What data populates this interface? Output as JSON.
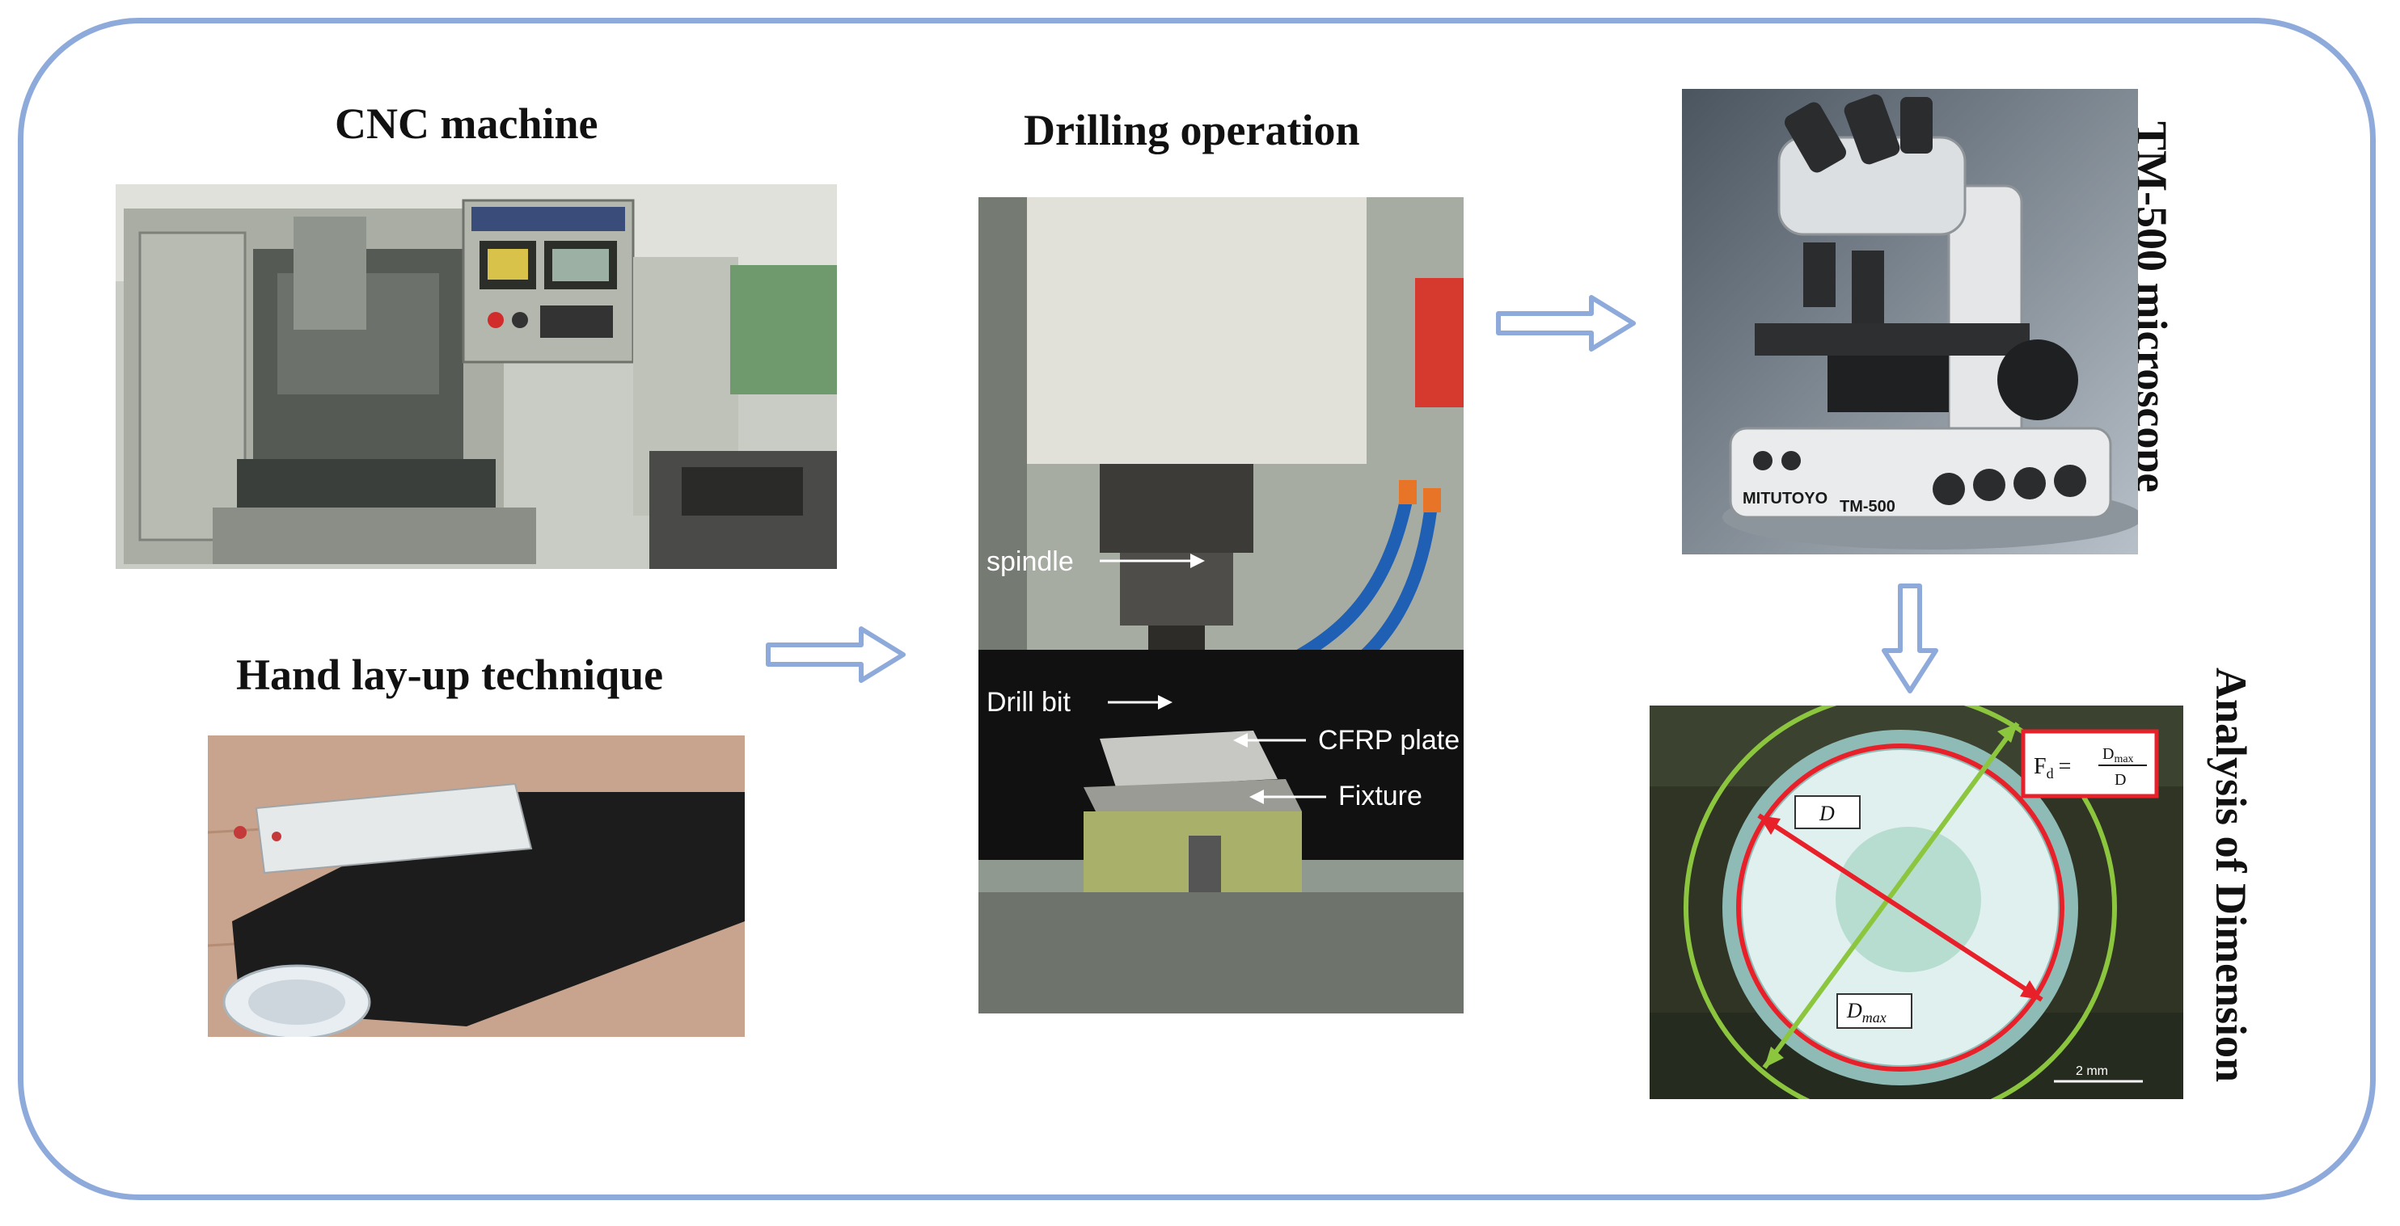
{
  "titles": {
    "cnc": "CNC machine",
    "drilling": "Drilling operation",
    "handlayup": "Hand lay-up technique",
    "microscope": "TM-500 microscope",
    "analysis": "Analysis of Dimension"
  },
  "drilling_labels": {
    "spindle": "spindle",
    "drill_bit": "Drill bit",
    "cfrp": "CFRP plate",
    "fixture": "Fixture"
  },
  "microscope_brand": {
    "left": "MITUTOYO",
    "right": "TM-500"
  },
  "analysis": {
    "d_label": "D",
    "dmax_label": "D",
    "dmax_sub": "max",
    "formula_lhs": "F",
    "formula_lhs_sub": "d",
    "formula_num": "D",
    "formula_num_sub": "max",
    "formula_den": "D",
    "scale": "2 mm"
  },
  "colors": {
    "frame": "#8eaadb",
    "arrow": "#8eaadb",
    "red": "#e8202a",
    "green": "#8cc63f"
  }
}
